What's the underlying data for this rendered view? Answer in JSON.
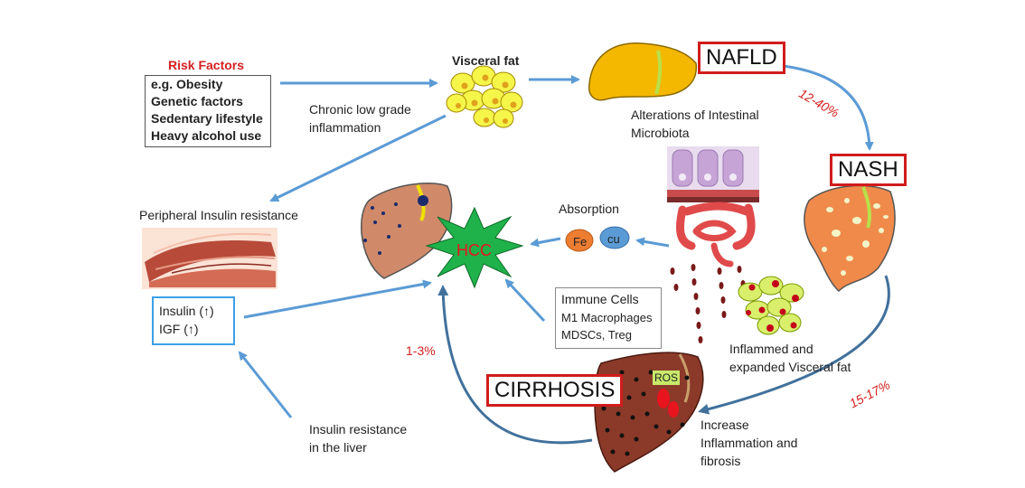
{
  "risk": {
    "title": "Risk Factors",
    "items": [
      "e.g. Obesity",
      "Genetic factors",
      "Sedentary lifestyle",
      "Heavy alcohol use"
    ]
  },
  "labels": {
    "visceral_fat": "Visceral fat",
    "chronic_1": "Chronic low grade",
    "chronic_2": "inflammation",
    "microbiota_1": "Alterations of Intestinal",
    "microbiota_2": "Microbiota",
    "peripheral": "Peripheral Insulin resistance",
    "absorption": "Absorption",
    "fe": "Fe",
    "cu": "cu",
    "hcc": "HCC",
    "ir_liver_1": "Insulin resistance",
    "ir_liver_2": "in the liver",
    "inflamed_1": "Inflammed and",
    "inflamed_2": "expanded Visceral fat",
    "increase_1": "Increase",
    "increase_2": "Inflammation and",
    "increase_3": "fibrosis",
    "ros": "ROS"
  },
  "insulin": [
    "Insulin (↑)",
    "IGF (↑)"
  ],
  "immune": [
    "Immune Cells",
    "M1 Macrophages",
    "MDSCs, Treg"
  ],
  "stages": {
    "nafld": "NAFLD",
    "nash": "NASH",
    "cirrhosis": "CIRRHOSIS"
  },
  "percents": {
    "nafld_nash": "12-40%",
    "nash_cirrhosis": "15-17%",
    "cirrhosis_hcc": "1-3%"
  },
  "colors": {
    "arrow": "#5b9bd5",
    "arrow_dark": "#41719c",
    "stage_border": "#d01c1c",
    "percent": "#d42020",
    "hcc_star": "#1fb24a",
    "hcc_text": "#e8141e",
    "liver_healthy": "#f5b800",
    "liver_nash": "#f08a4b",
    "liver_cirrhosis": "#8b3a2a",
    "fat_cell": "#f5f54a"
  }
}
